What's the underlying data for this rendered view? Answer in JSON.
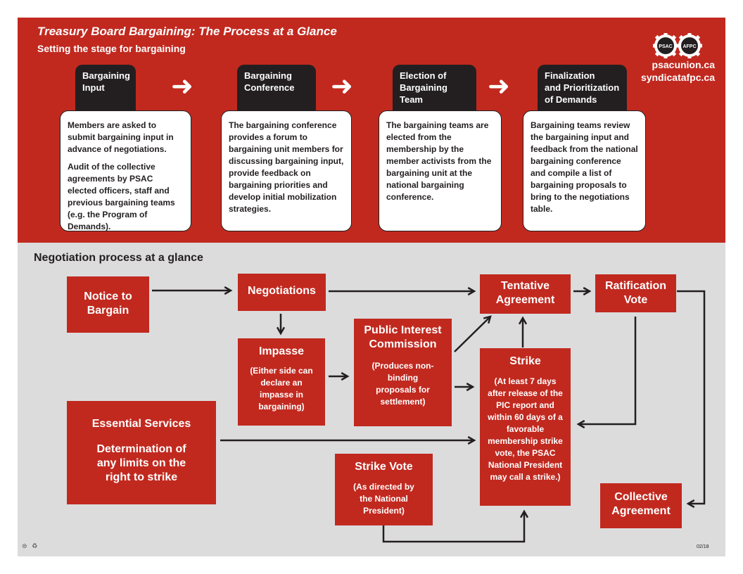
{
  "header": {
    "title": "Treasury Board Bargaining: The Process at a Glance",
    "subtitle": "Setting the stage for bargaining",
    "logo_left": "PSAC",
    "logo_right": "AFPC",
    "site_en": "psacunion.ca",
    "site_fr": "syndicatafpc.ca"
  },
  "steps": [
    {
      "title": [
        "Bargaining",
        "Input"
      ],
      "paragraphs": [
        "Members are asked to submit bargaining input in advance of negotiations.",
        "Audit of the collective agreements by PSAC elected officers, staff and previous bargaining teams (e.g. the Program of Demands)."
      ]
    },
    {
      "title": [
        "Bargaining",
        "Conference"
      ],
      "paragraphs": [
        "The bargaining conference provides a forum to bargaining unit members for discussing bargaining input, provide feedback on bargaining priorities and develop initial mobilization strategies."
      ]
    },
    {
      "title": [
        "Election of",
        "Bargaining Team"
      ],
      "paragraphs": [
        "The bargaining teams are elected from the membership by the member activists from the bargaining unit at the national bargaining conference."
      ]
    },
    {
      "title": [
        "Finalization",
        "and Prioritization",
        "of Demands"
      ],
      "paragraphs": [
        "Bargaining teams review the bargaining input and feedback from the national bargaining conference and compile a list of bargaining proposals to bring to the negotiations table."
      ]
    }
  ],
  "negotiation": {
    "section_title": "Negotiation process at a glance",
    "notice": "Notice to Bargain",
    "negotiations": "Negotiations",
    "tentative": "Tentative Agreement",
    "ratification": "Ratification Vote",
    "impasse_title": "Impasse",
    "impasse_text": "(Either side can declare an impasse in bargaining)",
    "pic_title": "Public Interest Commission",
    "pic_text": "(Produces non-binding proposals for settlement)",
    "strike_title": "Strike",
    "strike_text": "(At least 7 days after release of the PIC report and within 60 days of a favorable membership strike vote, the PSAC National President may call a strike.)",
    "essential_title": "Essential Services",
    "essential_text": "Determination of any limits on the right to strike",
    "strike_vote_title": "Strike Vote",
    "strike_vote_text": "(As directed by the National President)",
    "collective": "Collective Agreement"
  },
  "footer": {
    "icons": [
      "union-label-icon",
      "recycle-icon"
    ],
    "code": "02/18"
  },
  "colors": {
    "red": "#c1291f",
    "dark": "#231f20",
    "grey": "#dcdcdd",
    "white": "#ffffff"
  }
}
